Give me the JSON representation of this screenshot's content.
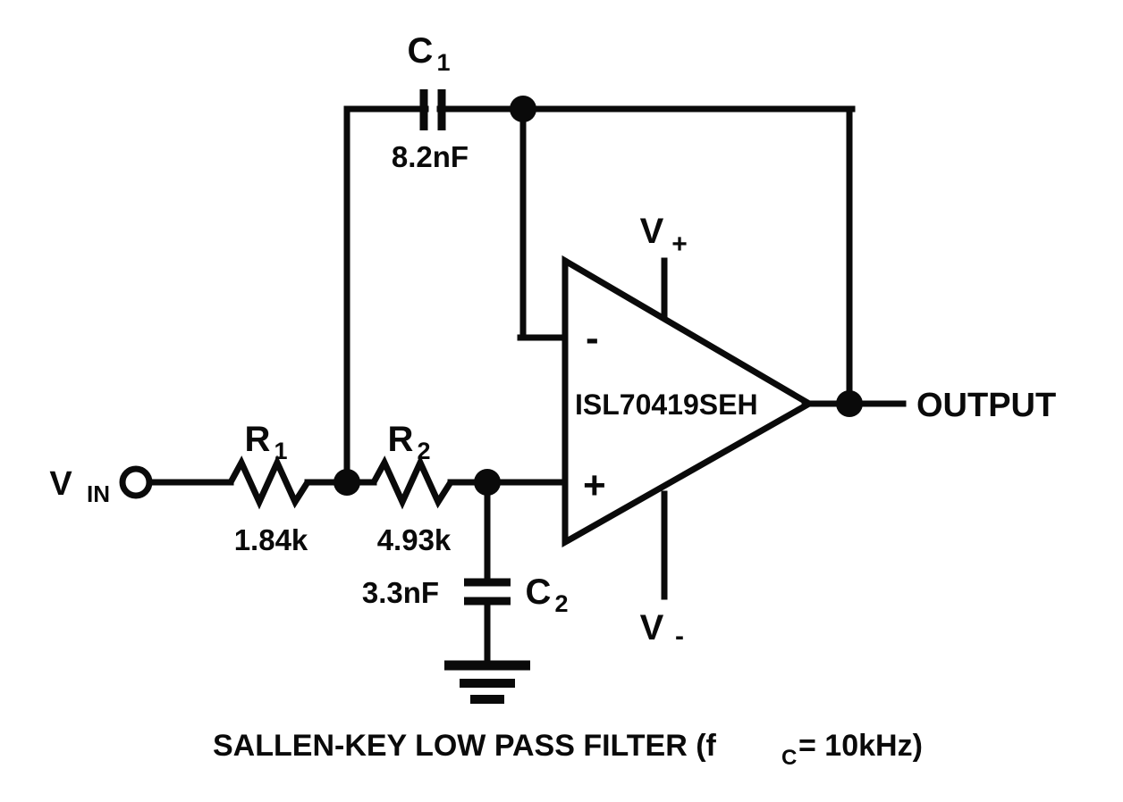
{
  "diagram": {
    "title": "SALLEN-KEY LOW PASS FILTER",
    "caption_prefix": "SALLEN-KEY LOW PASS FILTER (f",
    "caption_sub": "C",
    "caption_suffix": " = 10kHz)",
    "cutoff_frequency": "10kHz"
  },
  "ports": {
    "input": {
      "label_main": "V",
      "label_sub": "IN",
      "full": "VIN"
    },
    "output": {
      "label": "OUTPUT"
    }
  },
  "rails": {
    "positive": {
      "label_main": "V",
      "label_sub": "+",
      "full": "V+"
    },
    "negative": {
      "label_main": "V",
      "label_sub": "-",
      "full": "V-"
    }
  },
  "opamp": {
    "part_number": "ISL70419SEH",
    "inverting_pin": "-",
    "noninverting_pin": "+"
  },
  "components": [
    {
      "id": "R1",
      "ref_main": "R",
      "ref_sub": "1",
      "value": "1.84k",
      "type": "resistor"
    },
    {
      "id": "R2",
      "ref_main": "R",
      "ref_sub": "2",
      "value": "4.93k",
      "type": "resistor"
    },
    {
      "id": "C1",
      "ref_main": "C",
      "ref_sub": "1",
      "value": "8.2nF",
      "type": "capacitor"
    },
    {
      "id": "C2",
      "ref_main": "C",
      "ref_sub": "2",
      "value": "3.3nF",
      "type": "capacitor"
    }
  ],
  "ground": {
    "label": "ground-symbol"
  },
  "colors": {
    "ink": "#0a0a0a",
    "background": "#ffffff"
  }
}
